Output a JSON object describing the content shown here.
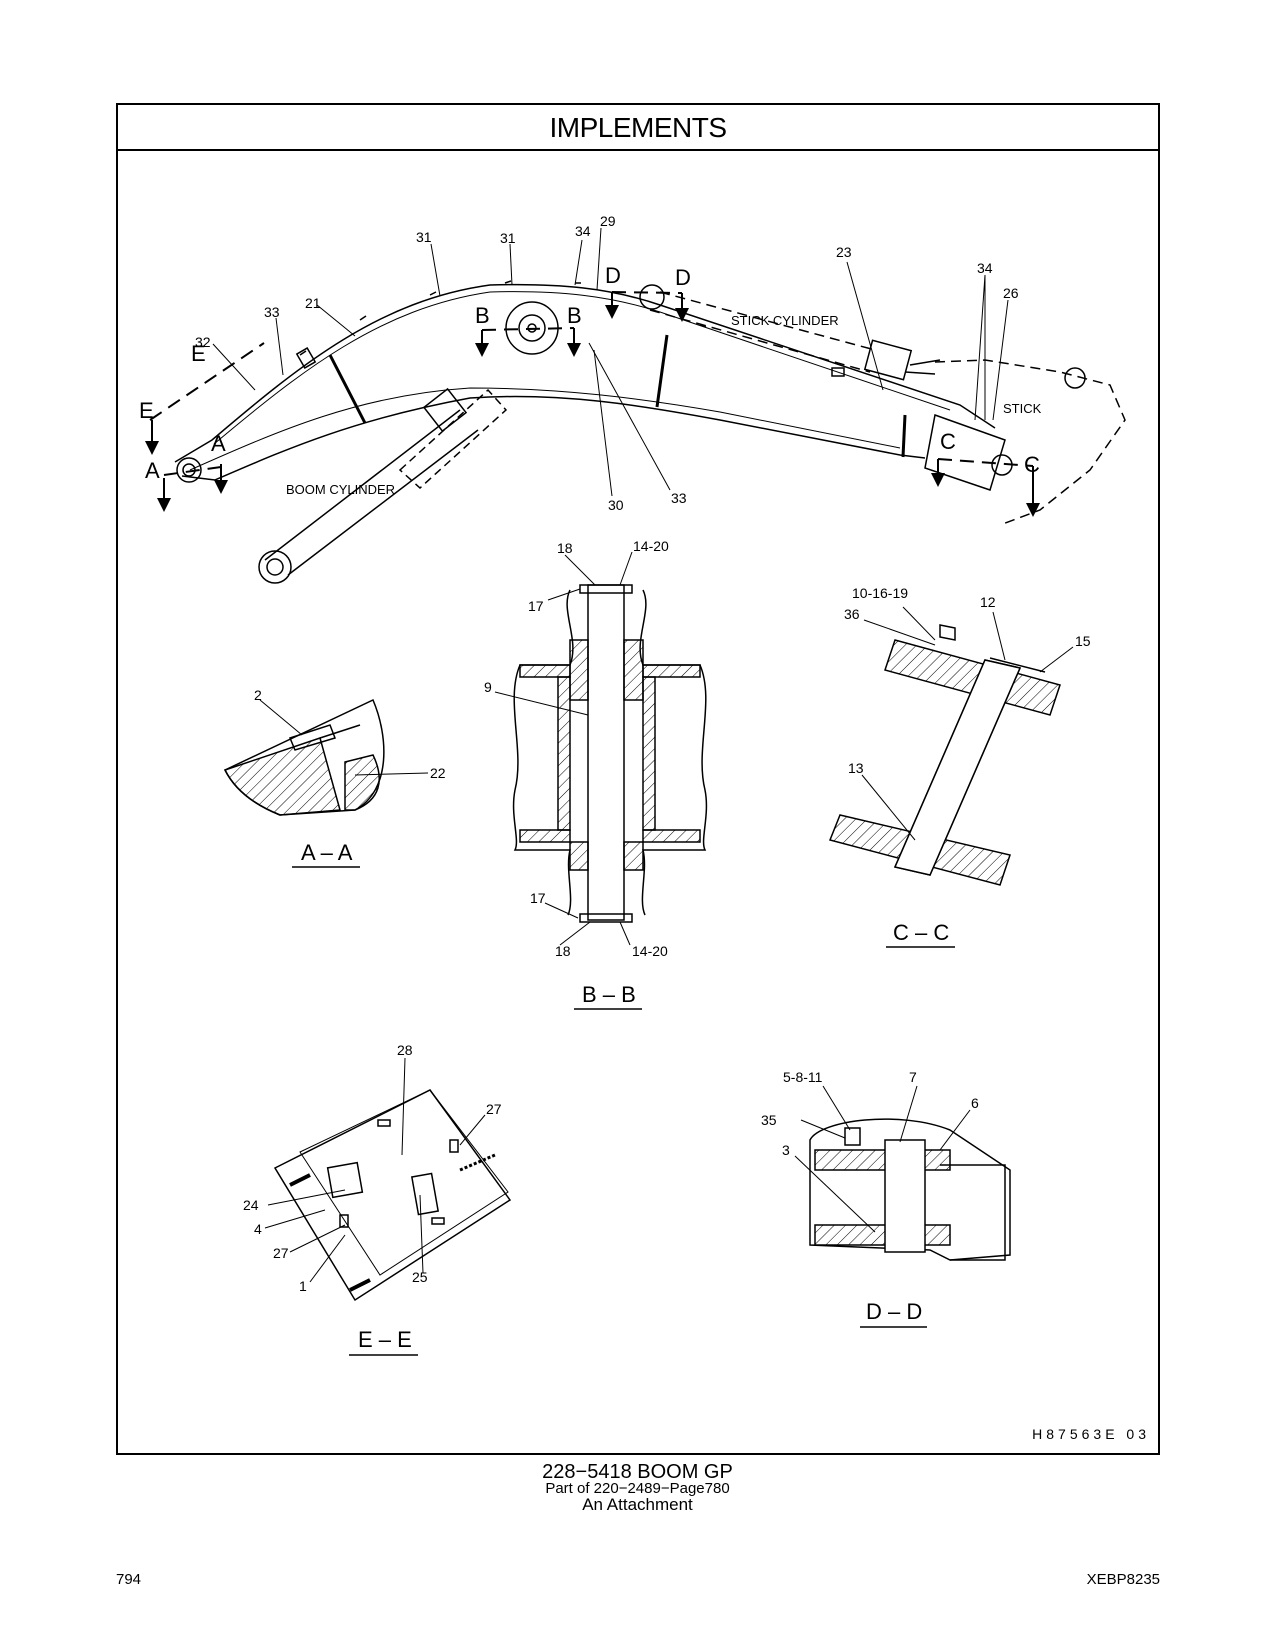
{
  "header": {
    "title": "IMPLEMENTS"
  },
  "main_view": {
    "labels": {
      "p31a": "31",
      "p31b": "31",
      "p34a": "34",
      "p29": "29",
      "p23": "23",
      "p34b": "34",
      "p26": "26",
      "p33a": "33",
      "p21": "21",
      "p32": "32",
      "p30": "30",
      "p33b": "33"
    },
    "section_marks": {
      "a": "A",
      "b": "B",
      "c": "C",
      "d": "D",
      "e": "E"
    },
    "text": {
      "boom_cylinder": "BOOM  CYLINDER",
      "stick_cylinder": "STICK  CYLINDER",
      "stick": "STICK"
    }
  },
  "section_views": {
    "aa": {
      "title": "A – A",
      "labels": {
        "p2": "2",
        "p22": "22"
      }
    },
    "bb": {
      "title": "B – B",
      "labels": {
        "p18a": "18",
        "p14a": "14-20",
        "p17a": "17",
        "p9": "9",
        "p17b": "17",
        "p18b": "18",
        "p14b": "14-20"
      }
    },
    "cc": {
      "title": "C – C",
      "labels": {
        "p10": "10-16-19",
        "p12": "12",
        "p36": "36",
        "p15": "15",
        "p13": "13"
      }
    },
    "dd": {
      "title": "D – D",
      "labels": {
        "p5": "5-8-11",
        "p7": "7",
        "p6": "6",
        "p35": "35",
        "p3": "3"
      }
    },
    "ee": {
      "title": "E – E",
      "labels": {
        "p28": "28",
        "p27a": "27",
        "p24": "24",
        "p4": "4",
        "p27b": "27",
        "p1": "1",
        "p25": "25"
      }
    }
  },
  "drawing_id": "H87563E   03",
  "caption": {
    "line1": "228−5418   BOOM  GP",
    "line2": "Part of 220−2489−Page780",
    "line3": "An Attachment"
  },
  "footer": {
    "page_number": "794",
    "document_id": "XEBP8235"
  }
}
